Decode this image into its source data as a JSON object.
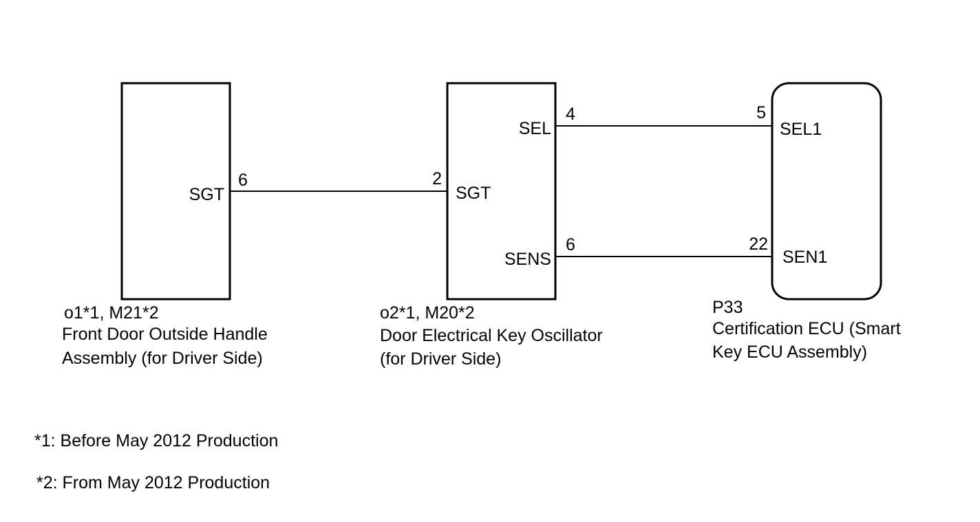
{
  "components": [
    {
      "id": "front-door-handle",
      "code": "o1*1, M21*2",
      "name_lines": [
        "Front Door Outside Handle",
        "Assembly (for Driver Side)"
      ],
      "pins": [
        {
          "label": "SGT",
          "number": "6"
        }
      ]
    },
    {
      "id": "key-oscillator",
      "code": "o2*1, M20*2",
      "name_lines": [
        "Door Electrical Key Oscillator",
        "(for Driver Side)"
      ],
      "pins": [
        {
          "label": "SEL",
          "number": "4"
        },
        {
          "label": "SGT",
          "number": "2"
        },
        {
          "label": "SENS",
          "number": "6"
        }
      ]
    },
    {
      "id": "certification-ecu",
      "code": "P33",
      "name_lines": [
        "Certification ECU (Smart",
        "Key ECU Assembly)"
      ],
      "pins": [
        {
          "label": "SEL1",
          "number": "5"
        },
        {
          "label": "SEN1",
          "number": "22"
        }
      ]
    }
  ],
  "notes": [
    "*1: Before May 2012 Production",
    "*2: From May 2012 Production"
  ]
}
